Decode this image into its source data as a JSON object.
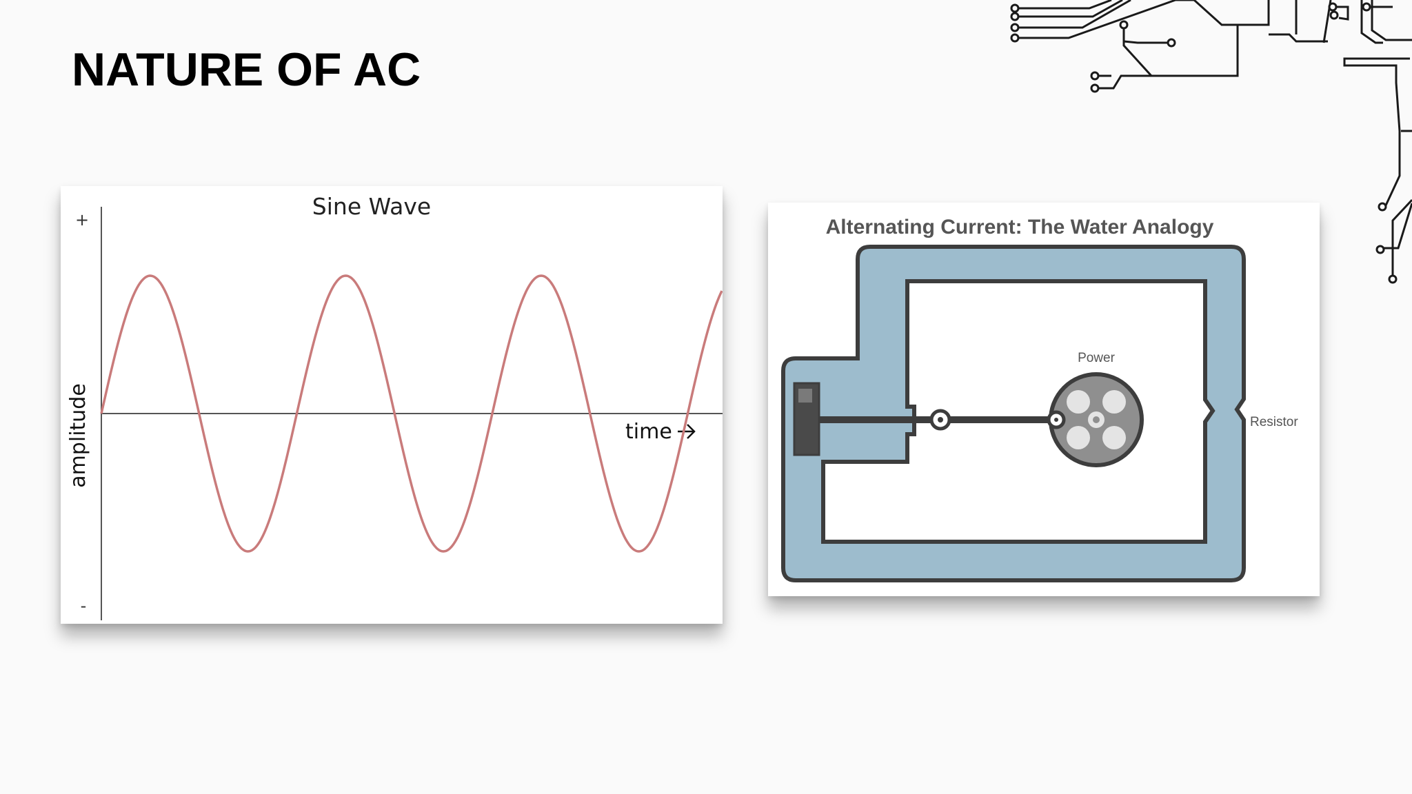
{
  "slide": {
    "title": "NATURE OF AC"
  },
  "sine_figure": {
    "title": "Sine Wave",
    "y_plus_label": "+",
    "y_minus_label": "-",
    "y_axis_label": "amplitude",
    "x_axis_label": "time",
    "wave_color": "#c97b7b",
    "axis_color": "#555555"
  },
  "water_figure": {
    "title": "Alternating Current: The Water Analogy",
    "power_label": "Power",
    "resistor_label": "Resistor",
    "pipe_color": "#9dbccd",
    "outline_color": "#3d3d3d"
  },
  "decor": {
    "circuit_color": "#1a1a1a"
  }
}
